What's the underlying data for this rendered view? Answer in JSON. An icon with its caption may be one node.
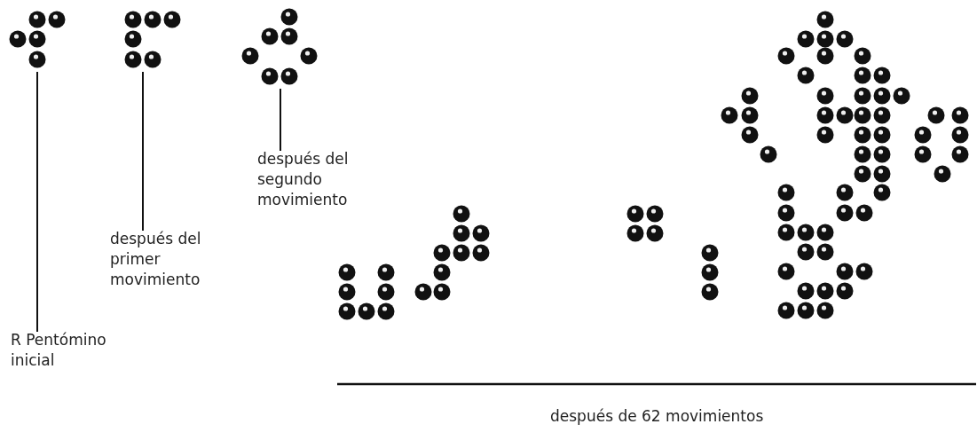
{
  "diagram": {
    "nodes": [
      {
        "text": [],
        "shape": "picture"
      },
      {
        "text": [],
        "shape": "picture"
      },
      {
        "text": [],
        "shape": "picture"
      },
      {
        "text": [
          "R Pentómino inicial"
        ]
      },
      {
        "text": [
          "después del primer movimiento"
        ]
      },
      {
        "text": [
          "después del segundo movimiento"
        ]
      },
      {
        "text": [],
        "shape": "picture"
      }
    ],
    "labels": [
      "después de 62 movimientos"
    ],
    "edges": [
      {
        "from": 3,
        "to": 0,
        "arrow": "none"
      },
      {
        "from": 4,
        "to": 1,
        "arrow": "none"
      },
      {
        "from": 5,
        "to": 2,
        "arrow": "none"
      }
    ]
  }
}
